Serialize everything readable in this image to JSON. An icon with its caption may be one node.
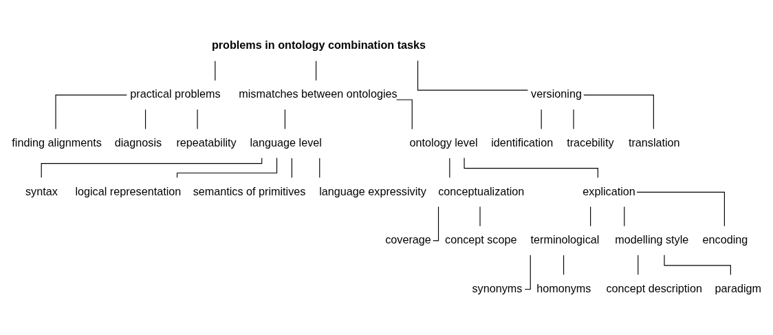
{
  "diagram": {
    "nodes": [
      {
        "text": [
          "problems in ontology combination tasks"
        ]
      },
      {
        "text": [
          "practical problems"
        ]
      },
      {
        "text": [
          "mismatches between ontologies"
        ]
      },
      {
        "text": [
          "versioning"
        ]
      },
      {
        "text": [
          "finding alignments"
        ]
      },
      {
        "text": [
          "diagnosis"
        ]
      },
      {
        "text": [
          "repeatability"
        ]
      },
      {
        "text": [
          "language level"
        ]
      },
      {
        "text": [
          "ontology level"
        ]
      },
      {
        "text": [
          "syntax"
        ]
      },
      {
        "text": [
          "logical representation"
        ]
      },
      {
        "text": [
          "semantics of primitives"
        ]
      },
      {
        "text": [
          "language expressivity"
        ]
      },
      {
        "text": [
          "conceptualization"
        ]
      },
      {
        "text": [
          "explication"
        ]
      },
      {
        "text": [
          "coverage"
        ]
      },
      {
        "text": [
          "concept scope"
        ]
      },
      {
        "text": [
          "terminological"
        ]
      },
      {
        "text": [
          "modelling style"
        ]
      },
      {
        "text": [
          "encoding"
        ]
      },
      {
        "text": [
          "synonyms"
        ]
      },
      {
        "text": [
          "homonyms"
        ]
      },
      {
        "text": [
          "concept description"
        ]
      },
      {
        "text": [
          "paradigm"
        ]
      },
      {
        "text": [
          "identification"
        ]
      },
      {
        "text": [
          "tracebility"
        ]
      },
      {
        "text": [
          "translation"
        ]
      }
    ],
    "edges": [
      {
        "from": 0,
        "to": 1,
        "arrow": "none"
      },
      {
        "from": 0,
        "to": 2,
        "arrow": "none"
      },
      {
        "from": 0,
        "to": 3,
        "arrow": "none"
      },
      {
        "from": 1,
        "to": 4,
        "arrow": "none"
      },
      {
        "from": 1,
        "to": 5,
        "arrow": "none"
      },
      {
        "from": 1,
        "to": 6,
        "arrow": "none"
      },
      {
        "from": 2,
        "to": 7,
        "arrow": "none"
      },
      {
        "from": 2,
        "to": 8,
        "arrow": "none"
      },
      {
        "from": 7,
        "to": 9,
        "arrow": "none"
      },
      {
        "from": 7,
        "to": 10,
        "arrow": "none"
      },
      {
        "from": 7,
        "to": 11,
        "arrow": "none"
      },
      {
        "from": 7,
        "to": 12,
        "arrow": "none"
      },
      {
        "from": 8,
        "to": 13,
        "arrow": "none"
      },
      {
        "from": 8,
        "to": 14,
        "arrow": "none"
      },
      {
        "from": 13,
        "to": 15,
        "arrow": "none"
      },
      {
        "from": 13,
        "to": 16,
        "arrow": "none"
      },
      {
        "from": 14,
        "to": 17,
        "arrow": "none"
      },
      {
        "from": 14,
        "to": 18,
        "arrow": "none"
      },
      {
        "from": 14,
        "to": 19,
        "arrow": "none"
      },
      {
        "from": 17,
        "to": 20,
        "arrow": "none"
      },
      {
        "from": 17,
        "to": 21,
        "arrow": "none"
      },
      {
        "from": 18,
        "to": 22,
        "arrow": "none"
      },
      {
        "from": 18,
        "to": 23,
        "arrow": "none"
      },
      {
        "from": 3,
        "to": 24,
        "arrow": "none"
      },
      {
        "from": 3,
        "to": 25,
        "arrow": "none"
      },
      {
        "from": 3,
        "to": 26,
        "arrow": "none"
      }
    ]
  }
}
